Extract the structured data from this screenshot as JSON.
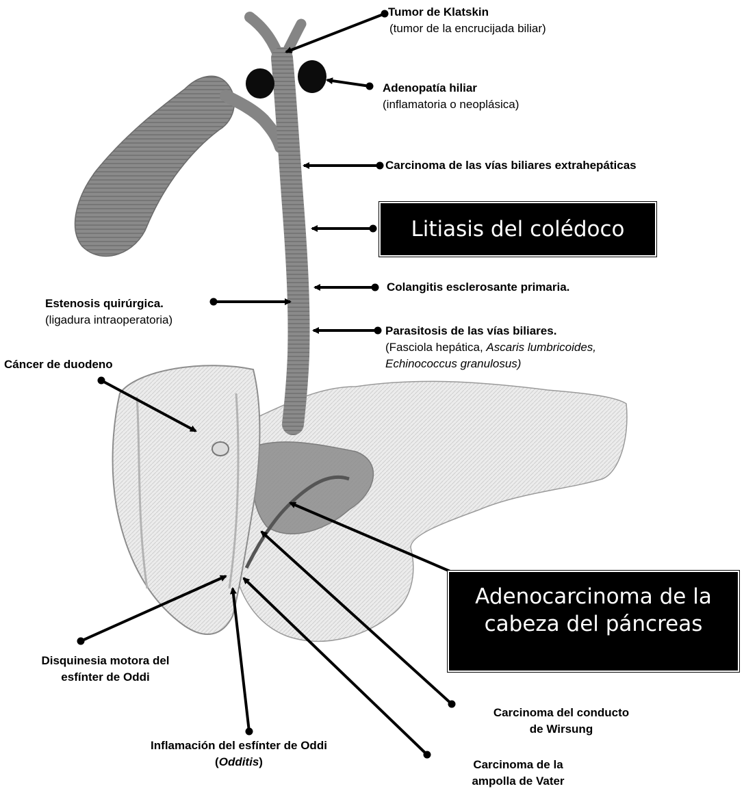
{
  "labels": {
    "klatskin": {
      "title": "Tumor de Klatskin",
      "sub": "(tumor de la encrucijada biliar)"
    },
    "adenopatia": {
      "title": "Adenopatía hiliar",
      "sub": "(inflamatoria o neoplásica)"
    },
    "carcinoma_extrahepatic": {
      "title": "Carcinoma de las vías biliares extrahepáticas"
    },
    "litiasis": {
      "title": "Litiasis del colédoco"
    },
    "colangitis": {
      "title": "Colangitis esclerosante primaria."
    },
    "estenosis": {
      "title": "Estenosis quirúrgica.",
      "sub": "(ligadura intraoperatoria)"
    },
    "parasitosis": {
      "title": "Parasitosis de las vías biliares.",
      "sub_plain": "(Fasciola hepática, ",
      "sub_italic_1": "Ascaris lumbricoides,",
      "sub_italic_2": "Echinococcus granulosus)"
    },
    "cancer_duodeno": {
      "title": "Cáncer de duodeno"
    },
    "adenocarcinoma": {
      "line1": "Adenocarcinoma de la",
      "line2": "cabeza del páncreas"
    },
    "disquinesia": {
      "line1": "Disquinesia motora del",
      "line2": "esfínter de Oddi"
    },
    "inflamacion": {
      "line1": "Inflamación del esfínter de Oddi",
      "paren_open": "(",
      "italic": "Odditis",
      "paren_close": ")"
    },
    "wirsung": {
      "line1": "Carcinoma del conducto",
      "line2": "de Wirsung"
    },
    "vater": {
      "line1": "Carcinoma de la",
      "line2": "ampolla de Vater"
    }
  },
  "colors": {
    "ink": "#000000",
    "organ_dark": "#7a7a7a",
    "organ_light": "#e9e9e9",
    "background": "#ffffff"
  }
}
